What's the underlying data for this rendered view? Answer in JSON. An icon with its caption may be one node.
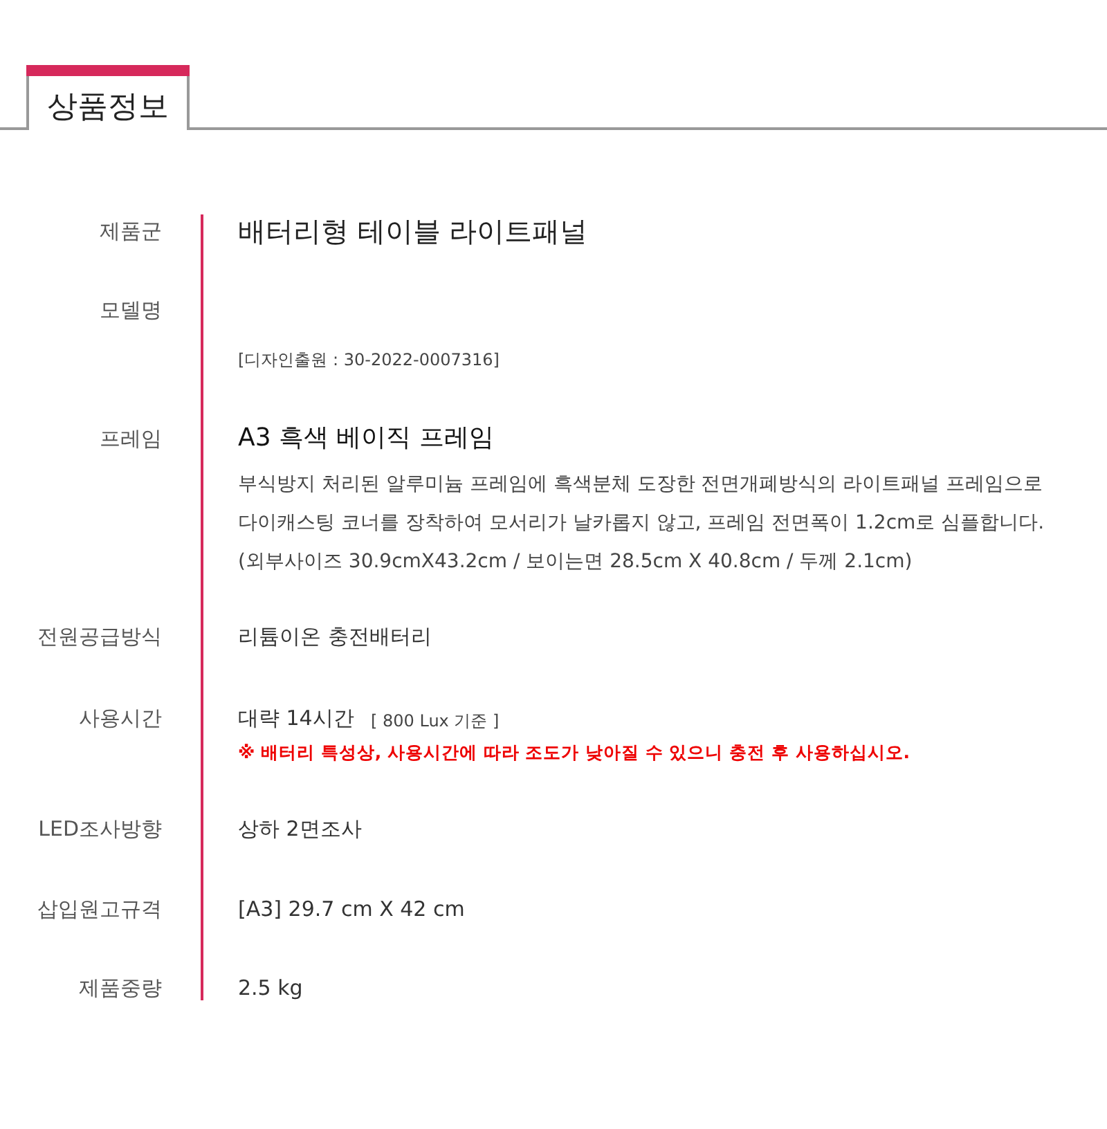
{
  "diagram": {
    "title": "상품정보",
    "labels": [
      "제품군",
      "배터리형 테이블 라이트패널",
      "모델명",
      "[디자인출원 : 30-2022-0007316]",
      "프레임",
      "A3 흑색 베이직 프레임",
      "부식방지 처리된 알루미늄 프레임에 흑색분체 도장한 전면개폐방식의 라이트패널 프레임으로 다이캐스팅 코너를 장착하여 모서리가 날카롭지 않고, 프레임 전면폭이 1.2cm로 심플합니다.",
      "(외부사이즈 30.9cmX43.2cm  /  보이는면 28.5cm X 40.8cm / 두께 2.1cm)",
      "전원공급방식",
      "리튬이온 충전배터리",
      "사용시간",
      "대략 14시간",
      "[ 800 Lux 기준 ]",
      "※ 배터리 특성상, 사용시간에 따라 조도가 낮아질 수 있으니 충전 후 사용하십시오.",
      "LED조사방향",
      "상하 2면조사",
      "삽입원고규격",
      "[A3]  29.7 cm X 42 cm",
      "제품중량",
      "2.5 kg"
    ]
  }
}
